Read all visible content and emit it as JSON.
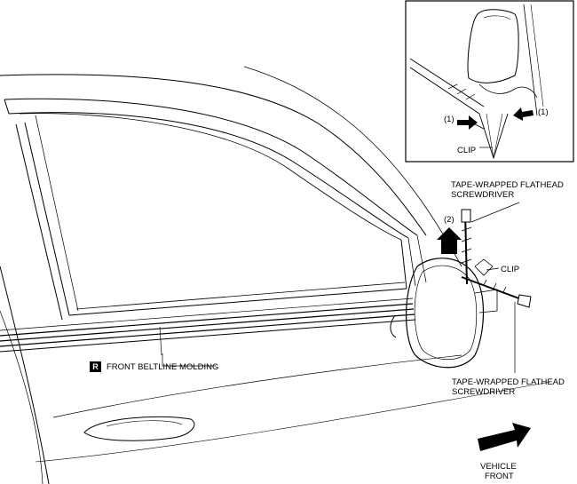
{
  "inset": {
    "callout_left": "(1)",
    "callout_right": "(1)",
    "clip_label": "CLIP"
  },
  "main": {
    "step2_label": "(2)",
    "upper_tool_line1": "TAPE-WRAPPED FLATHEAD",
    "upper_tool_line2": "SCREWDRIVER",
    "clip_label": "CLIP",
    "lower_tool_line1": "TAPE-WRAPPED FLATHEAD",
    "lower_tool_line2": "SCREWDRIVER",
    "replace_badge": "R",
    "part_label": "FRONT BELTLINE MOLDING",
    "direction_line1": "VEHICLE",
    "direction_line2": "FRONT"
  },
  "colors": {
    "line": "#000000",
    "background": "#ffffff",
    "badge": "#000000"
  }
}
